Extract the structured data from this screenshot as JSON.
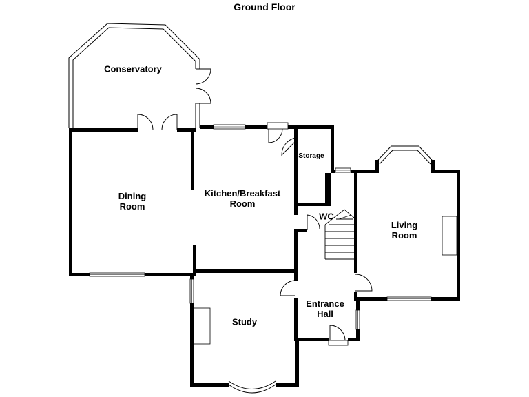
{
  "floor_title": "Ground Floor",
  "rooms": {
    "conservatory": "Conservatory",
    "dining": "Dining\nRoom",
    "kitchen": "Kitchen/Breakfast\nRoom",
    "storage": "Storage",
    "wc": "WC",
    "living": "Living\nRoom",
    "study": "Study",
    "entrance": "Entrance\nHall"
  },
  "colors": {
    "wall": "#000000",
    "background": "#ffffff"
  }
}
